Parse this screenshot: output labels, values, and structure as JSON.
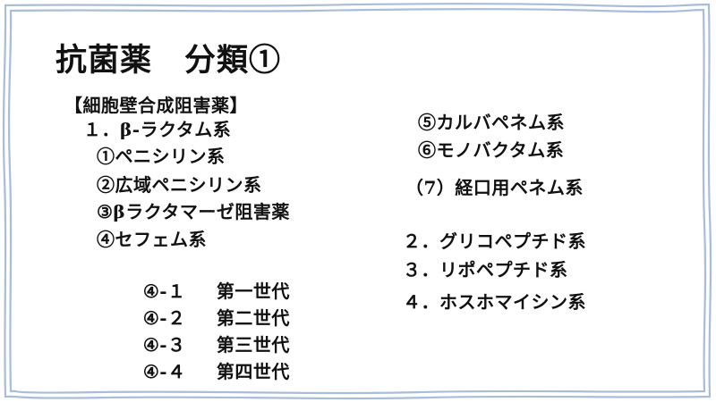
{
  "slide": {
    "title": "抗菌薬　分類①",
    "border_color": "#a9bcd9",
    "left_column": {
      "section_heading": "【細胞壁合成阻害薬】",
      "group_1": {
        "label": "１．β-ラクタム系",
        "items": [
          "①ペニシリン系",
          "②広域ペニシリン系",
          "③βラクタマーゼ阻害薬",
          "④セフェム系"
        ],
        "cephem_generations": [
          {
            "code": "④-１",
            "name": "第一世代"
          },
          {
            "code": "④-２",
            "name": "第二世代"
          },
          {
            "code": "④-３",
            "name": "第三世代"
          },
          {
            "code": "④-４",
            "name": "第四世代"
          }
        ]
      }
    },
    "right_column": {
      "group_1_continued": [
        "⑤カルバペネム系",
        "⑥モノバクタム系",
        "（7）経口用ペネム系"
      ],
      "other_groups": [
        "２．グリコペプチド系",
        "３．リポペプチド系",
        "４．ホスホマイシン系"
      ]
    }
  }
}
